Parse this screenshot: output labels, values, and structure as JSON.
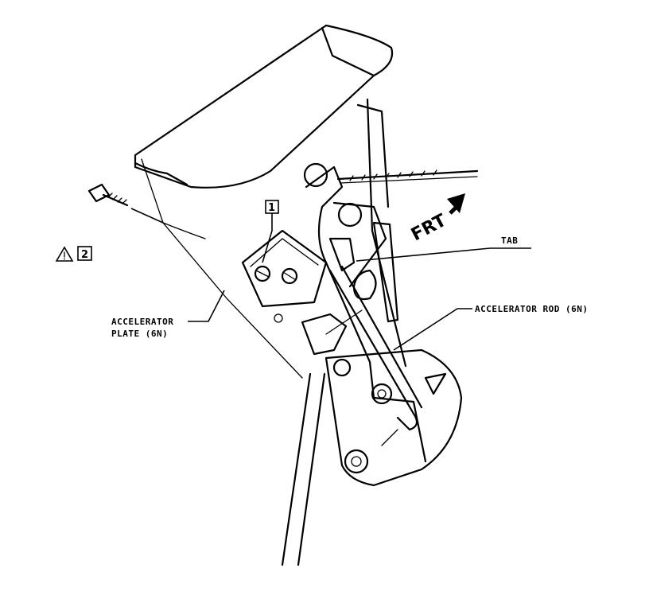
{
  "labels": {
    "callout_1": "1",
    "callout_2": "2",
    "frt": "FRT",
    "tab": "TAB",
    "accelerator_rod": "ACCELERATOR ROD (6N)",
    "accelerator_plate_line1": "ACCELERATOR",
    "accelerator_plate_line2": "PLATE (6N)"
  },
  "icons": {
    "warning": "warning-triangle-icon",
    "direction": "forward-arrow-icon"
  },
  "colors": {
    "ink": "#000000",
    "paper": "#ffffff"
  }
}
